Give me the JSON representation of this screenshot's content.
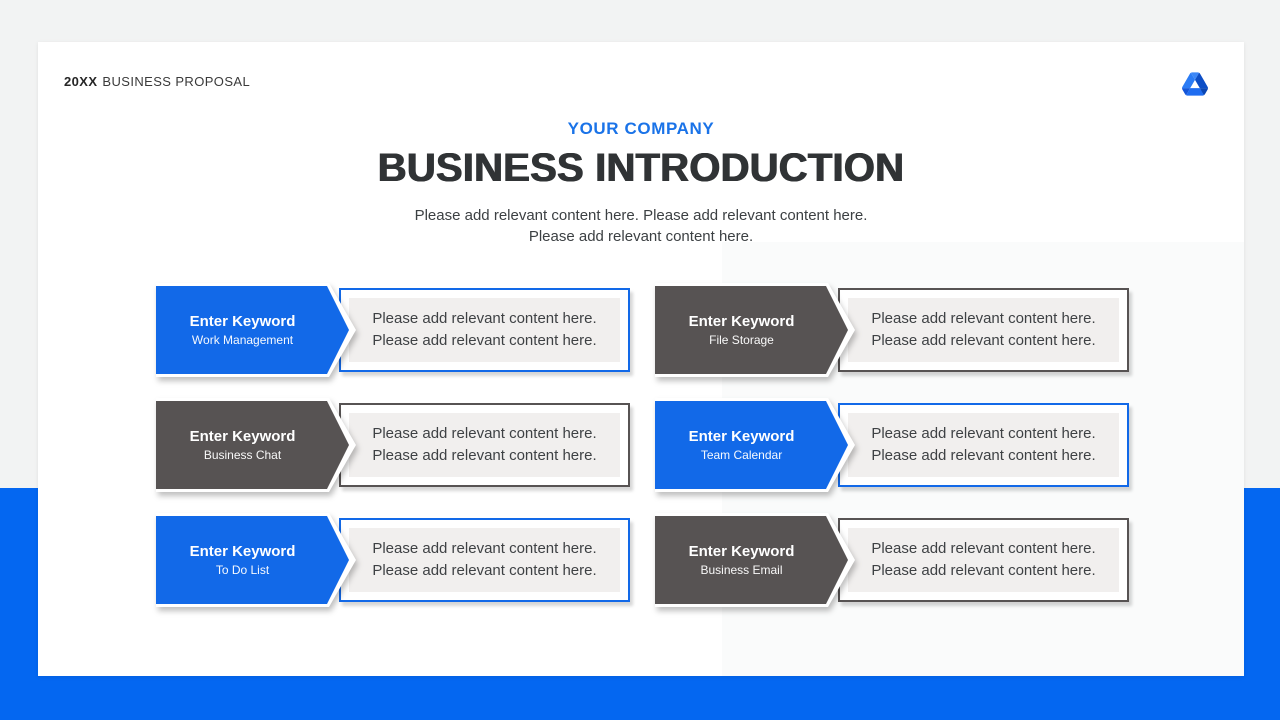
{
  "header": {
    "year": "20XX",
    "label": "BUSINESS PROPOSAL"
  },
  "logo": {
    "name": "google-drive-logo"
  },
  "title": {
    "company": "YOUR COMPANY",
    "main": "BUSINESS INTRODUCTION",
    "subtitle_line1": "Please add relevant content here. Please add relevant content here.",
    "subtitle_line2": "Please add relevant content here."
  },
  "cards": [
    {
      "keyword": "Enter Keyword",
      "label": "Work Management",
      "variant": "blue",
      "line1": "Please add relevant content here.",
      "line2": "Please add relevant content here."
    },
    {
      "keyword": "Enter Keyword",
      "label": "File Storage",
      "variant": "gray",
      "line1": "Please add relevant content here.",
      "line2": "Please add relevant content here."
    },
    {
      "keyword": "Enter Keyword",
      "label": "Business Chat",
      "variant": "gray",
      "line1": "Please add relevant content here.",
      "line2": "Please add relevant content here."
    },
    {
      "keyword": "Enter Keyword",
      "label": "Team Calendar",
      "variant": "blue",
      "line1": "Please add relevant content here.",
      "line2": "Please add relevant content here."
    },
    {
      "keyword": "Enter Keyword",
      "label": "To Do List",
      "variant": "blue",
      "line1": "Please add relevant content here.",
      "line2": "Please add relevant content here."
    },
    {
      "keyword": "Enter Keyword",
      "label": "Business Email",
      "variant": "gray",
      "line1": "Please add relevant content here.",
      "line2": "Please add relevant content here."
    }
  ],
  "colors": {
    "accent_blue": "#1269e8",
    "dark_gray": "#575353",
    "band_blue": "#0467f1",
    "company_blue": "#1a73e8",
    "panel_gray": "#f1efee"
  }
}
